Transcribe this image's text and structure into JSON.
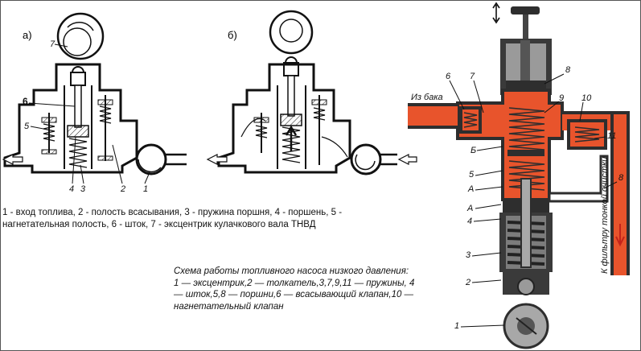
{
  "diagram_a": {
    "title": "а)",
    "labels": {
      "n7": "7",
      "n6": "6",
      "n5": "5",
      "n4": "4",
      "n3": "3",
      "n2": "2",
      "n1": "1"
    }
  },
  "diagram_b": {
    "title": "б)"
  },
  "caption_left": "1 - вход топлива, 2 - полость всасывания, 3 - пружина поршня, 4 - поршень, 5 - нагнетательная полость, 6 - шток, 7 - эксцентрик кулачкового вала ТНВД",
  "caption_right": "Схема работы топливного насоса низкого давления: 1 — эксцентрик,2 — толкатель,3,7,9,11 — пружины, 4 — шток,5,8 — поршни,6 — всасывающий клапан,10 — нагнетательный клапан",
  "diagram_right": {
    "labels": {
      "n6": "6",
      "n7": "7",
      "n8a": "8",
      "n9": "9",
      "n10": "10",
      "n11": "11",
      "n8b": "8",
      "nA1": "А",
      "nA2": "А",
      "nB": "Б",
      "n5": "5",
      "n4": "4",
      "n3": "3",
      "n2": "2",
      "n1": "1"
    },
    "inlet_label": "Из бака",
    "outlet_label": "К фильтру тонкой очистки"
  },
  "colors": {
    "fuel": "#e8542c",
    "metal": "#3a3a3a",
    "background": "#ffffff"
  }
}
